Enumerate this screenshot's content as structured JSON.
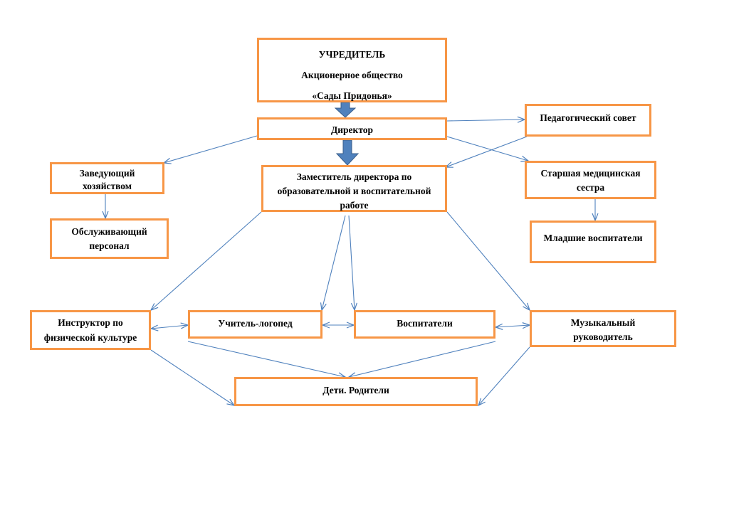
{
  "diagram": {
    "founder": {
      "lines": [
        "УЧРЕДИТЕЛЬ",
        "Акционерное общество",
        "«Сады Придонья»"
      ]
    },
    "director": {
      "lines": [
        "Директор"
      ]
    },
    "pedagogical_council": {
      "lines": [
        "Педагогический совет"
      ]
    },
    "housekeeping_head": {
      "lines": [
        "Заведующий",
        "хозяйством"
      ]
    },
    "deputy_director": {
      "lines": [
        "Заместитель директора по",
        "образовательной и воспитательной",
        "работе"
      ]
    },
    "senior_nurse": {
      "lines": [
        "Старшая медицинская",
        "сестра"
      ]
    },
    "service_staff": {
      "lines": [
        "Обслуживающий",
        "персонал"
      ]
    },
    "junior_educators": {
      "lines": [
        "Младшие воспитатели"
      ]
    },
    "pe_instructor": {
      "lines": [
        "Инструктор по",
        "физической культуре"
      ]
    },
    "speech_therapist": {
      "lines": [
        "Учитель-логопед"
      ]
    },
    "educators": {
      "lines": [
        "Воспитатели"
      ]
    },
    "music_director": {
      "lines": [
        "Музыкальный",
        "руководитель"
      ]
    },
    "children_parents": {
      "lines": [
        "Дети. Родители"
      ]
    }
  },
  "colors": {
    "box_border": "#f79646",
    "connector": "#4f81bd",
    "block_arrow_fill": "#4f81bd",
    "block_arrow_stroke": "#385d8a"
  }
}
